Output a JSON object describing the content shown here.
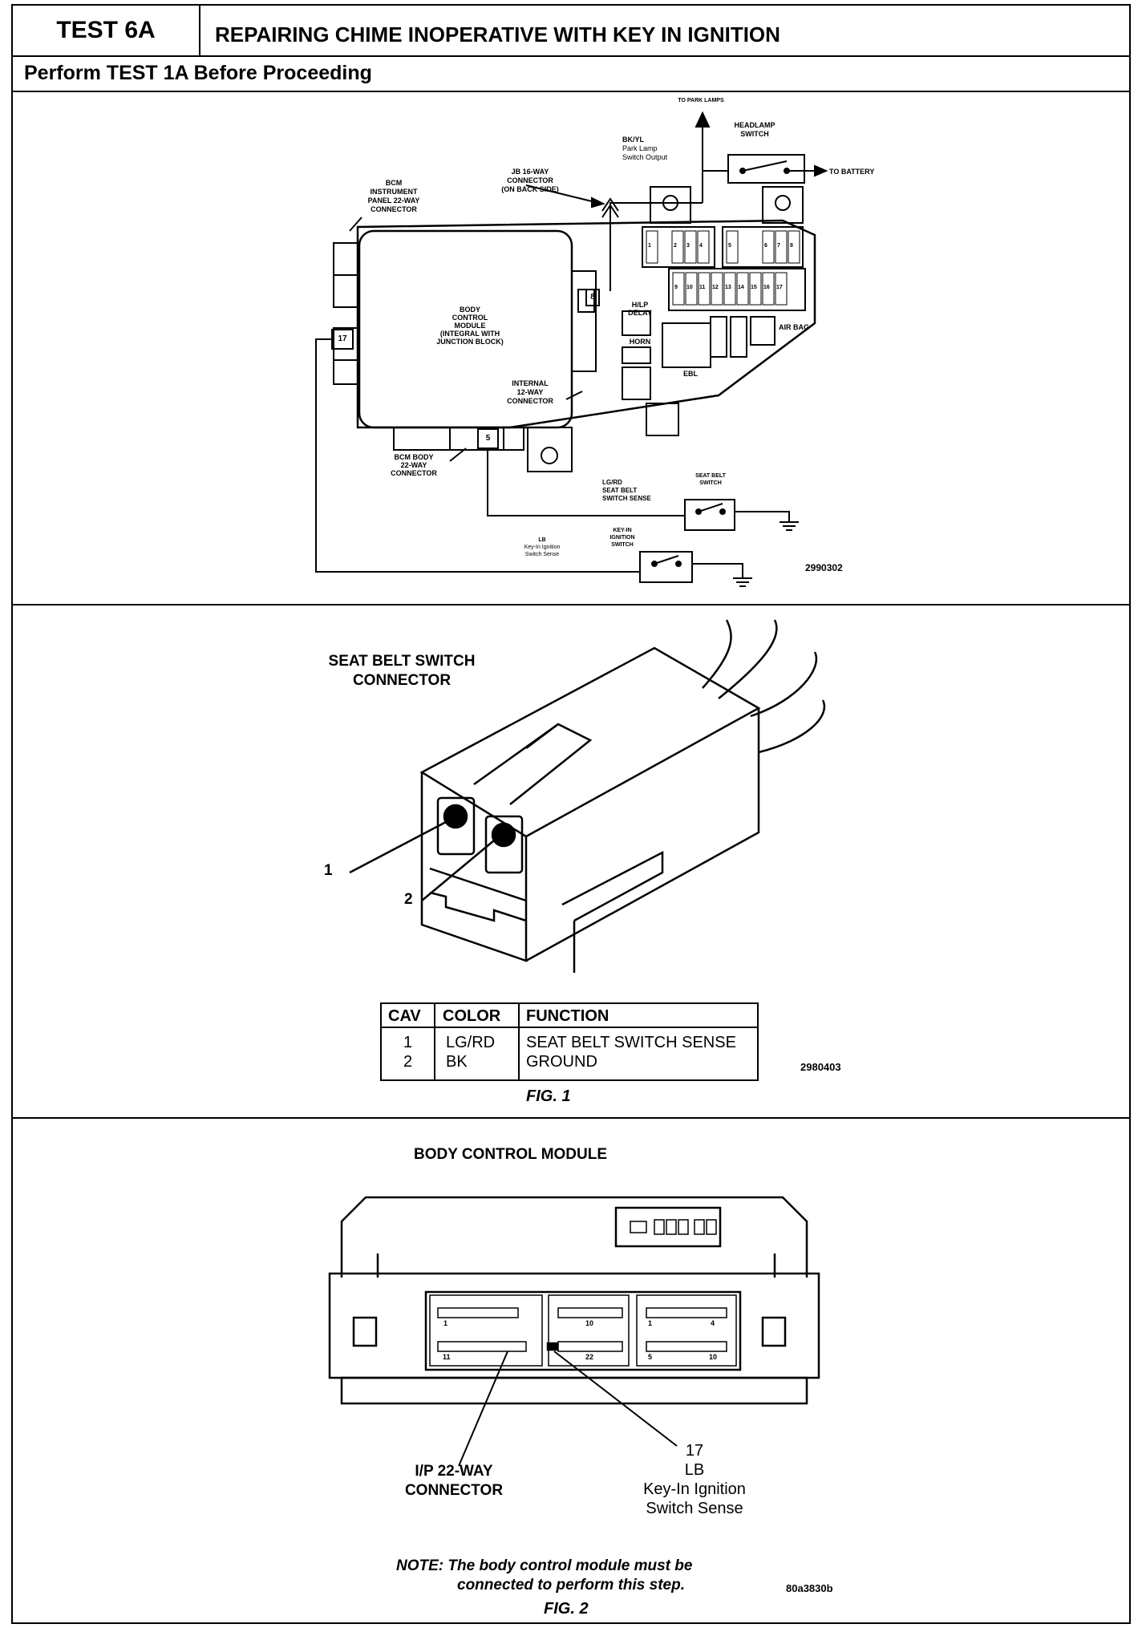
{
  "header": {
    "test_id": "TEST 6A",
    "title": "REPAIRING CHIME INOPERATIVE WITH KEY IN IGNITION",
    "prerequisite": "Perform TEST 1A Before Proceeding"
  },
  "diagram1": {
    "labels": {
      "to_park_lamps": "TO PARK LAMPS",
      "headlamp_switch": "HEADLAMP SWITCH",
      "to_battery": "TO BATTERY",
      "bk_yl": "BK/YL",
      "park_lamp": "Park Lamp",
      "switch_output": "Switch Output",
      "jb16_1": "JB 16-WAY",
      "jb16_2": "CONNECTOR",
      "jb16_3": "(ON BACK SIDE)",
      "bcm_ip_1": "BCM",
      "bcm_ip_2": "INSTRUMENT",
      "bcm_ip_3": "PANEL 22-WAY",
      "bcm_ip_4": "CONNECTOR",
      "bcm_1": "BODY",
      "bcm_2": "CONTROL",
      "bcm_3": "MODULE",
      "bcm_4": "(INTEGRAL WITH",
      "bcm_5": "JUNCTION BLOCK)",
      "internal_1": "INTERNAL",
      "internal_2": "12-WAY",
      "internal_3": "CONNECTOR",
      "hlp_1": "H/LP",
      "hlp_2": "DELAY",
      "horn": "HORN",
      "ebl": "EBL",
      "air_bag": "AIR BAG",
      "pin_8": "8",
      "pin_17": "17",
      "pin_5": "5",
      "bcm_body_1": "BCM BODY",
      "bcm_body_2": "22-WAY",
      "bcm_body_3": "CONNECTOR",
      "lgrd_1": "LG/RD",
      "lgrd_2": "SEAT BELT",
      "lgrd_3": "SWITCH SENSE",
      "seatbelt_1": "SEAT BELT",
      "seatbelt_2": "SWITCH",
      "lb": "LB",
      "lb_2": "Key-In Ignition",
      "lb_3": "Switch Sense",
      "keyin_1": "KEY-IN",
      "keyin_2": "IGNITION",
      "keyin_3": "SWITCH",
      "fig_code": "2990302",
      "fuses": [
        "1",
        "2",
        "3",
        "4",
        "5",
        "6",
        "7",
        "8",
        "9",
        "10",
        "11",
        "12",
        "13",
        "14",
        "15",
        "16",
        "17"
      ]
    }
  },
  "figure1": {
    "title_1": "SEAT BELT SWITCH",
    "title_2": "CONNECTOR",
    "callout_1": "1",
    "callout_2": "2",
    "table": {
      "headers": [
        "CAV",
        "COLOR",
        "FUNCTION"
      ],
      "rows": [
        [
          "1",
          "LG/RD",
          "SEAT BELT SWITCH SENSE"
        ],
        [
          "2",
          "BK",
          "GROUND"
        ]
      ]
    },
    "code": "2980403",
    "caption": "FIG. 1"
  },
  "figure2": {
    "title": "BODY CONTROL MODULE",
    "pins": {
      "p1": "1",
      "p10": "10",
      "p11": "11",
      "p22": "22",
      "r1": "1",
      "r4": "4",
      "r5": "5",
      "r10": "10"
    },
    "ip_label_1": "I/P 22-WAY",
    "ip_label_2": "CONNECTOR",
    "pin_num": "17",
    "pin_color": "LB",
    "pin_func_1": "Key-In Ignition",
    "pin_func_2": "Switch Sense",
    "note_1": "NOTE: The body control module must be",
    "note_2": "connected to perform this step.",
    "code": "80a3830b",
    "caption": "FIG. 2"
  }
}
